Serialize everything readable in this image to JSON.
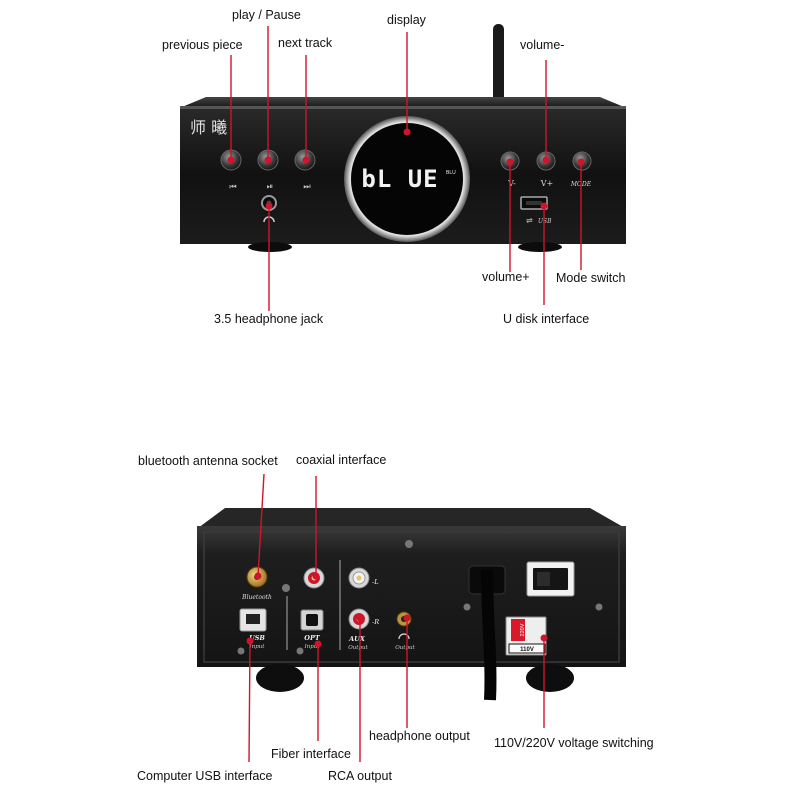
{
  "front": {
    "brand_chars": "师 曦",
    "display_text": "bL UE",
    "display_sub": "BLU",
    "transport_icons": [
      "⏮",
      "⏯",
      "⏭"
    ],
    "vol_labels": [
      "V-",
      "V+"
    ],
    "mode_label": "MODE",
    "usb_label": "USB",
    "labels": {
      "play_pause": "play / Pause",
      "previous": "previous piece",
      "next": "next track",
      "display": "display",
      "volume_minus": "volume-",
      "volume_plus": "volume+",
      "mode": "Mode switch",
      "udisk": "U disk interface",
      "headphone_jack": "3.5 headphone jack"
    }
  },
  "rear": {
    "bt_label": "Bluetooth",
    "usb_label": "USB",
    "usb_sub": "Input",
    "opt_label": "OPT",
    "opt_sub": "Input",
    "aux_label": "AUX",
    "aux_sub": "Output",
    "out_sub": "Output",
    "ch_l": "-L",
    "ch_r": "-R",
    "volt_220": "220V",
    "volt_110": "110V",
    "labels": {
      "bt_socket": "bluetooth antenna socket",
      "coaxial": "coaxial interface",
      "headphone_out": "headphone output",
      "fiber": "Fiber interface",
      "voltage": "110V/220V voltage switching",
      "computer_usb": "Computer USB interface",
      "rca": "RCA output"
    }
  },
  "colors": {
    "accent": "#d0142a",
    "body": "#141414",
    "display": "#f2f2f2"
  }
}
